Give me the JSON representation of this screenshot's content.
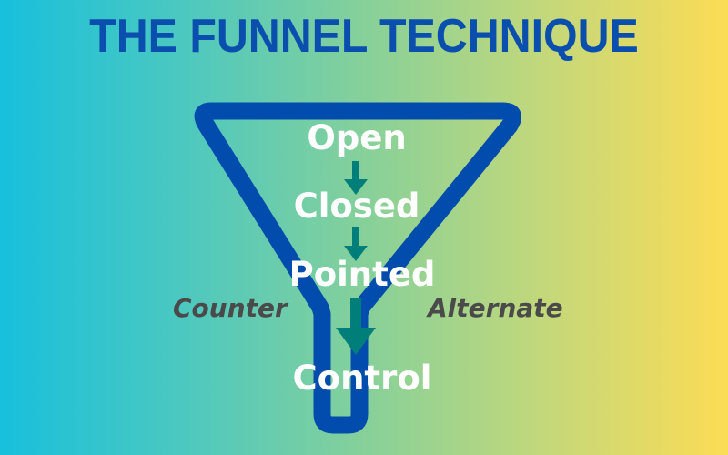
{
  "title": "THE FUNNEL TECHNIQUE",
  "stages": [
    "Open",
    "Closed",
    "Pointed",
    "Control"
  ],
  "side_labels": {
    "left": "Counter",
    "right": "Alternate"
  },
  "colors": {
    "funnel": "#024cad",
    "arrow": "#007f7a",
    "title": "#0b4fae",
    "side_text": "#4a4a4a"
  }
}
